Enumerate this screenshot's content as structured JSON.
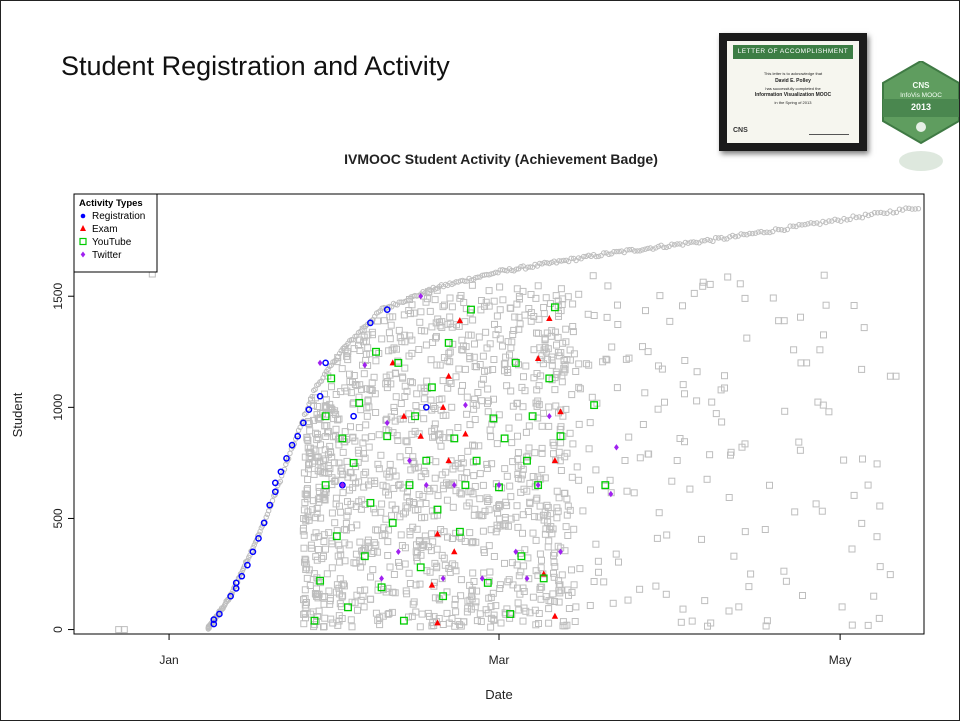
{
  "slide": {
    "title": "Student Registration and Activity"
  },
  "certificate": {
    "banner": "LETTER OF ACCOMPLISHMENT",
    "line1": "This letter is to acknowledge that",
    "name": "David E. Polley",
    "line3": "has successfully completed the",
    "course": "Information Visualization MOOC",
    "line5": "in the Spring of 2013",
    "brand": "CNS"
  },
  "badge": {
    "line1": "CNS",
    "line2": "InfoVis MOOC",
    "line3": "2013"
  },
  "chart_data": {
    "type": "scatter",
    "title": "IVMOOC Student Activity (Achievement Badge)",
    "xlabel": "Date",
    "ylabel": "Student",
    "x_axis": "date",
    "xlim": [
      "2012-12-15",
      "2013-05-16"
    ],
    "ylim": [
      -20,
      1960
    ],
    "xticks": [
      {
        "date": "2013-01-01",
        "label": "Jan"
      },
      {
        "date": "2013-03-01",
        "label": "Mar"
      },
      {
        "date": "2013-05-01",
        "label": "May"
      }
    ],
    "yticks": [
      0,
      500,
      1000,
      1500
    ],
    "grid": false,
    "legend": {
      "title": "Activity Types",
      "position": "top-left",
      "entries": [
        {
          "label": "Registration",
          "color": "#0000ff",
          "marker": "circle"
        },
        {
          "label": "Exam",
          "color": "#ff0000",
          "marker": "triangle"
        },
        {
          "label": "YouTube",
          "color": "#00cc00",
          "marker": "square"
        },
        {
          "label": "Twitter",
          "color": "#a020f0",
          "marker": "diamond"
        }
      ]
    },
    "background_color": "#bebebe",
    "series": [
      {
        "name": "Registration",
        "color": "#0000ff",
        "points": [
          {
            "x": "2013-01-09",
            "y": 25
          },
          {
            "x": "2013-01-09",
            "y": 45
          },
          {
            "x": "2013-01-10",
            "y": 70
          },
          {
            "x": "2013-01-12",
            "y": 150
          },
          {
            "x": "2013-01-13",
            "y": 185
          },
          {
            "x": "2013-01-13",
            "y": 210
          },
          {
            "x": "2013-01-14",
            "y": 240
          },
          {
            "x": "2013-01-15",
            "y": 290
          },
          {
            "x": "2013-01-16",
            "y": 350
          },
          {
            "x": "2013-01-17",
            "y": 410
          },
          {
            "x": "2013-01-18",
            "y": 480
          },
          {
            "x": "2013-01-19",
            "y": 560
          },
          {
            "x": "2013-01-20",
            "y": 620
          },
          {
            "x": "2013-01-20",
            "y": 660
          },
          {
            "x": "2013-01-21",
            "y": 710
          },
          {
            "x": "2013-01-22",
            "y": 770
          },
          {
            "x": "2013-01-23",
            "y": 830
          },
          {
            "x": "2013-01-24",
            "y": 870
          },
          {
            "x": "2013-01-25",
            "y": 930
          },
          {
            "x": "2013-01-26",
            "y": 990
          },
          {
            "x": "2013-01-28",
            "y": 1050
          },
          {
            "x": "2013-01-29",
            "y": 1200
          },
          {
            "x": "2013-02-03",
            "y": 960
          },
          {
            "x": "2013-02-06",
            "y": 1380
          },
          {
            "x": "2013-02-09",
            "y": 1440
          },
          {
            "x": "2013-02-01",
            "y": 650
          },
          {
            "x": "2013-02-16",
            "y": 1000
          }
        ]
      },
      {
        "name": "Exam",
        "color": "#ff0000",
        "points": [
          {
            "x": "2013-02-10",
            "y": 1200
          },
          {
            "x": "2013-02-12",
            "y": 960
          },
          {
            "x": "2013-02-15",
            "y": 870
          },
          {
            "x": "2013-02-17",
            "y": 200
          },
          {
            "x": "2013-02-18",
            "y": 430
          },
          {
            "x": "2013-02-18",
            "y": 30
          },
          {
            "x": "2013-02-19",
            "y": 1000
          },
          {
            "x": "2013-02-20",
            "y": 760
          },
          {
            "x": "2013-02-20",
            "y": 1140
          },
          {
            "x": "2013-02-21",
            "y": 350
          },
          {
            "x": "2013-02-22",
            "y": 1390
          },
          {
            "x": "2013-02-23",
            "y": 880
          },
          {
            "x": "2013-03-08",
            "y": 1220
          },
          {
            "x": "2013-03-09",
            "y": 250
          },
          {
            "x": "2013-03-10",
            "y": 1400
          },
          {
            "x": "2013-03-11",
            "y": 760
          },
          {
            "x": "2013-03-11",
            "y": 60
          },
          {
            "x": "2013-03-12",
            "y": 980
          }
        ]
      },
      {
        "name": "YouTube",
        "color": "#00cc00",
        "points": [
          {
            "x": "2013-01-27",
            "y": 40
          },
          {
            "x": "2013-01-28",
            "y": 220
          },
          {
            "x": "2013-01-29",
            "y": 650
          },
          {
            "x": "2013-01-29",
            "y": 960
          },
          {
            "x": "2013-01-30",
            "y": 1130
          },
          {
            "x": "2013-01-31",
            "y": 420
          },
          {
            "x": "2013-02-01",
            "y": 860
          },
          {
            "x": "2013-02-02",
            "y": 100
          },
          {
            "x": "2013-02-03",
            "y": 750
          },
          {
            "x": "2013-02-04",
            "y": 1020
          },
          {
            "x": "2013-02-05",
            "y": 330
          },
          {
            "x": "2013-02-06",
            "y": 570
          },
          {
            "x": "2013-02-07",
            "y": 1250
          },
          {
            "x": "2013-02-08",
            "y": 190
          },
          {
            "x": "2013-02-09",
            "y": 870
          },
          {
            "x": "2013-02-10",
            "y": 480
          },
          {
            "x": "2013-02-11",
            "y": 1200
          },
          {
            "x": "2013-02-12",
            "y": 40
          },
          {
            "x": "2013-02-13",
            "y": 650
          },
          {
            "x": "2013-02-14",
            "y": 960
          },
          {
            "x": "2013-02-15",
            "y": 280
          },
          {
            "x": "2013-02-16",
            "y": 760
          },
          {
            "x": "2013-02-17",
            "y": 1090
          },
          {
            "x": "2013-02-18",
            "y": 540
          },
          {
            "x": "2013-02-19",
            "y": 150
          },
          {
            "x": "2013-02-20",
            "y": 1290
          },
          {
            "x": "2013-02-21",
            "y": 860
          },
          {
            "x": "2013-02-22",
            "y": 440
          },
          {
            "x": "2013-02-23",
            "y": 650
          },
          {
            "x": "2013-02-24",
            "y": 1440
          },
          {
            "x": "2013-02-25",
            "y": 760
          },
          {
            "x": "2013-02-27",
            "y": 210
          },
          {
            "x": "2013-02-28",
            "y": 950
          },
          {
            "x": "2013-03-01",
            "y": 640
          },
          {
            "x": "2013-03-02",
            "y": 860
          },
          {
            "x": "2013-03-03",
            "y": 70
          },
          {
            "x": "2013-03-04",
            "y": 1200
          },
          {
            "x": "2013-03-05",
            "y": 330
          },
          {
            "x": "2013-03-06",
            "y": 760
          },
          {
            "x": "2013-03-07",
            "y": 960
          },
          {
            "x": "2013-03-08",
            "y": 650
          },
          {
            "x": "2013-03-09",
            "y": 230
          },
          {
            "x": "2013-03-10",
            "y": 1130
          },
          {
            "x": "2013-03-11",
            "y": 1450
          },
          {
            "x": "2013-03-12",
            "y": 870
          },
          {
            "x": "2013-03-18",
            "y": 1010
          },
          {
            "x": "2013-03-20",
            "y": 650
          }
        ]
      },
      {
        "name": "Twitter",
        "color": "#a020f0",
        "points": [
          {
            "x": "2013-01-28",
            "y": 1200
          },
          {
            "x": "2013-02-01",
            "y": 650
          },
          {
            "x": "2013-02-05",
            "y": 1190
          },
          {
            "x": "2013-02-08",
            "y": 230
          },
          {
            "x": "2013-02-09",
            "y": 930
          },
          {
            "x": "2013-02-11",
            "y": 350
          },
          {
            "x": "2013-02-13",
            "y": 760
          },
          {
            "x": "2013-02-15",
            "y": 1500
          },
          {
            "x": "2013-02-16",
            "y": 650
          },
          {
            "x": "2013-02-19",
            "y": 230
          },
          {
            "x": "2013-02-21",
            "y": 650
          },
          {
            "x": "2013-02-23",
            "y": 1010
          },
          {
            "x": "2013-02-26",
            "y": 230
          },
          {
            "x": "2013-03-01",
            "y": 650
          },
          {
            "x": "2013-03-04",
            "y": 350
          },
          {
            "x": "2013-03-06",
            "y": 230
          },
          {
            "x": "2013-03-08",
            "y": 650
          },
          {
            "x": "2013-03-10",
            "y": 960
          },
          {
            "x": "2013-03-12",
            "y": 350
          },
          {
            "x": "2013-03-22",
            "y": 820
          },
          {
            "x": "2013-03-21",
            "y": 610
          }
        ]
      }
    ],
    "background_points": {
      "color": "#bebebe",
      "envelope": [
        {
          "x": "2012-12-23",
          "y": 0
        },
        {
          "x": "2013-01-08",
          "y": 5
        },
        {
          "x": "2013-01-12",
          "y": 150
        },
        {
          "x": "2013-01-18",
          "y": 480
        },
        {
          "x": "2013-01-24",
          "y": 880
        },
        {
          "x": "2013-01-27",
          "y": 1080
        },
        {
          "x": "2013-02-01",
          "y": 1260
        },
        {
          "x": "2013-02-08",
          "y": 1440
        },
        {
          "x": "2013-02-18",
          "y": 1540
        },
        {
          "x": "2013-03-01",
          "y": 1610
        },
        {
          "x": "2013-03-20",
          "y": 1690
        },
        {
          "x": "2013-04-10",
          "y": 1760
        },
        {
          "x": "2013-04-30",
          "y": 1840
        },
        {
          "x": "2013-05-15",
          "y": 1900
        }
      ],
      "sparse": [
        {
          "x": "2012-12-23",
          "y": 0
        },
        {
          "x": "2012-12-24",
          "y": 0
        },
        {
          "x": "2012-12-29",
          "y": 1600
        },
        {
          "x": "2013-05-10",
          "y": 1140
        },
        {
          "x": "2013-05-11",
          "y": 1140
        },
        {
          "x": "2013-04-28",
          "y": 1010
        },
        {
          "x": "2013-04-29",
          "y": 980
        },
        {
          "x": "2013-05-06",
          "y": 650
        },
        {
          "x": "2013-05-07",
          "y": 150
        },
        {
          "x": "2013-05-08",
          "y": 50
        },
        {
          "x": "2013-04-20",
          "y": 1390
        },
        {
          "x": "2013-04-21",
          "y": 1390
        },
        {
          "x": "2013-04-24",
          "y": 1200
        },
        {
          "x": "2013-04-25",
          "y": 1200
        },
        {
          "x": "2013-04-18",
          "y": 40
        },
        {
          "x": "2013-04-15",
          "y": 250
        },
        {
          "x": "2013-04-12",
          "y": 330
        }
      ]
    }
  }
}
